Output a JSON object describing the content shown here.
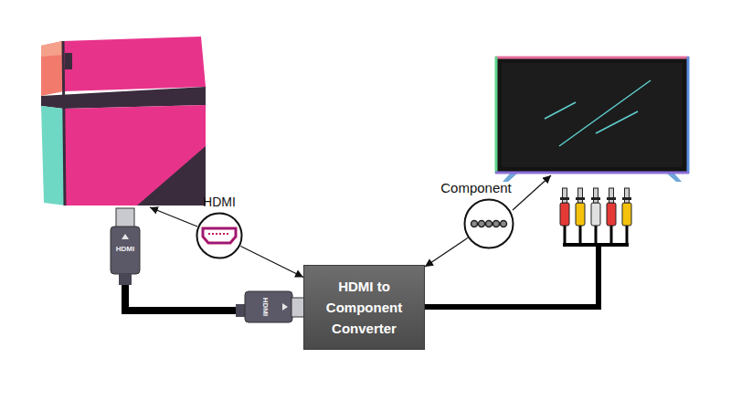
{
  "diagram": {
    "nodes": [
      {
        "text": [
          "HDMI"
        ]
      },
      {
        "text": [
          "HDMI to Component Converter"
        ]
      },
      {
        "text": [
          "Component"
        ]
      }
    ],
    "edges": [
      {
        "from": 0,
        "to": 1,
        "arrow": "to"
      },
      {
        "from": 2,
        "to": 1,
        "arrow": "to"
      }
    ],
    "labels": [
      "HDMI",
      "HDMI"
    ]
  }
}
